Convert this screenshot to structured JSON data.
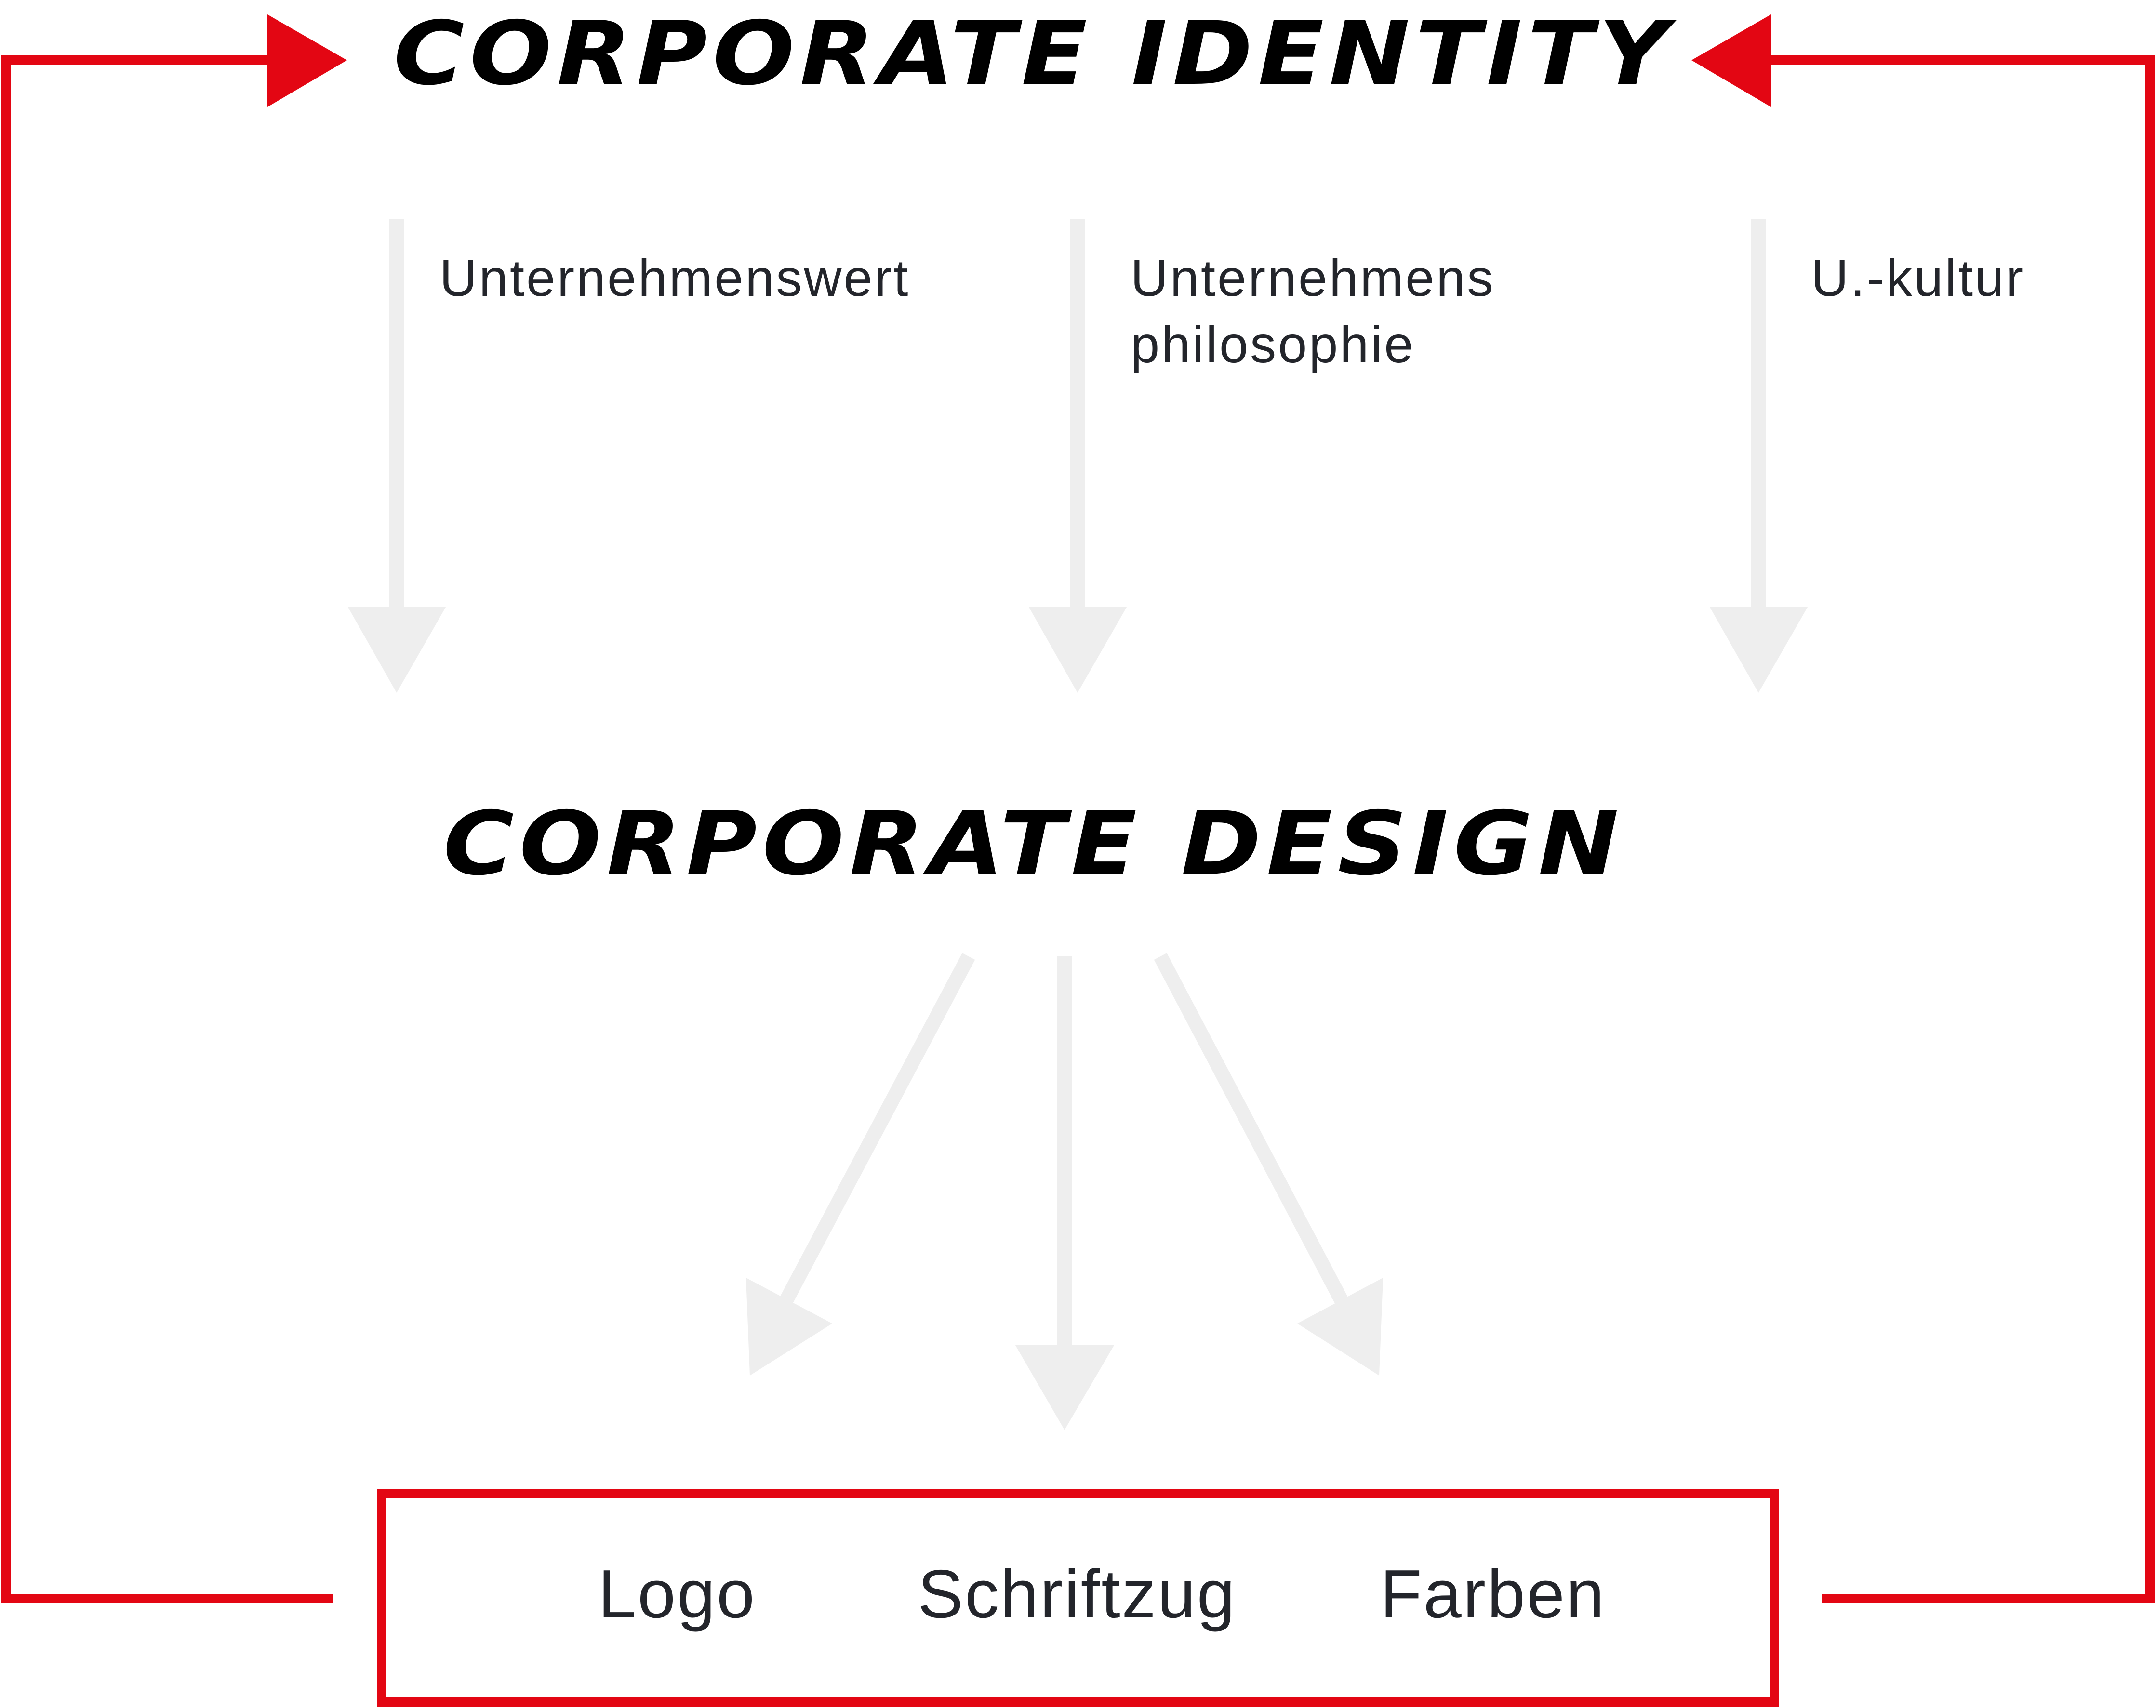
{
  "colors": {
    "frame_red": "#e30613",
    "arrow_grey": "#eeeeee",
    "title_black": "#000000",
    "label_dark": "#23252b"
  },
  "top_title": "CORPORATE IDENTITY",
  "middle_title": "CORPORATE DESIGN",
  "influences": {
    "wert": "Unternehmenswert",
    "philosophie_line1": "Unternehmens",
    "philosophie_line2": "philosophie",
    "kultur": "U.-kultur"
  },
  "elements": {
    "logo": "Logo",
    "schriftzug": "Schriftzug",
    "farben": "Farben"
  }
}
